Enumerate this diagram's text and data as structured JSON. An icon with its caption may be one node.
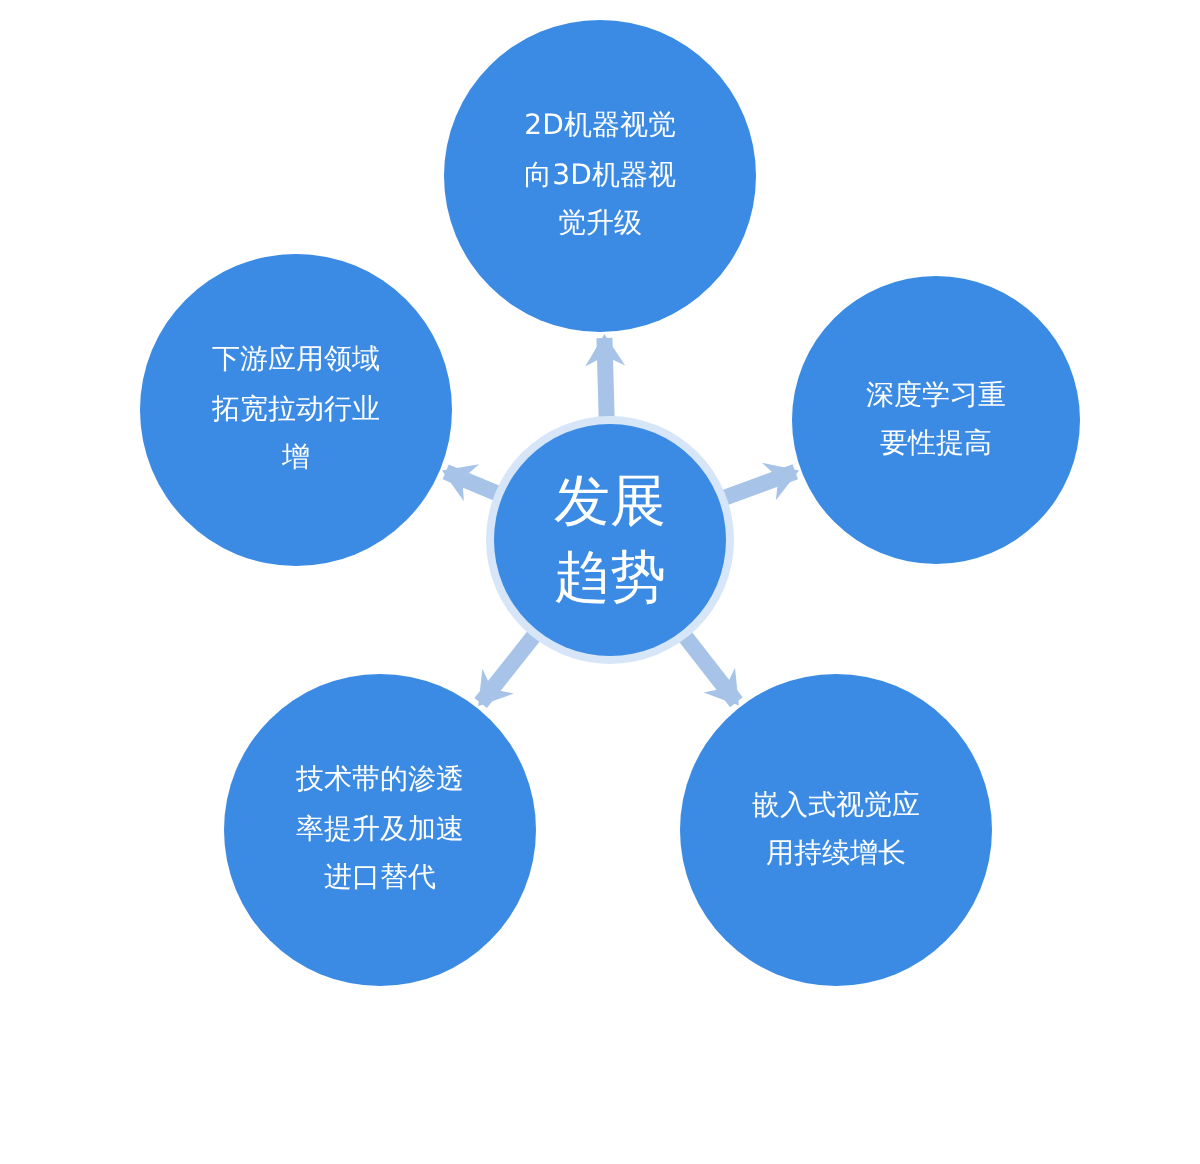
{
  "diagram": {
    "nodes": [
      {
        "text": [
          "2D机器视觉向3D机器视觉升级"
        ]
      },
      {
        "text": [
          "下游应用领域拓宽拉动行业增"
        ]
      },
      {
        "text": [
          "深度学习重要性提高"
        ]
      },
      {
        "text": [
          "发展趋势"
        ]
      },
      {
        "text": [
          "技术带的渗透率提升及加速进口替代"
        ]
      },
      {
        "text": [
          "嵌入式视觉应用持续增长"
        ]
      }
    ],
    "edges": [
      {
        "from": 3,
        "to": 0,
        "arrow": "to"
      },
      {
        "from": 3,
        "to": 1,
        "arrow": "to"
      },
      {
        "from": 3,
        "to": 2,
        "arrow": "to"
      },
      {
        "from": 3,
        "to": 4,
        "arrow": "to"
      },
      {
        "from": 3,
        "to": 5,
        "arrow": "to"
      }
    ]
  }
}
